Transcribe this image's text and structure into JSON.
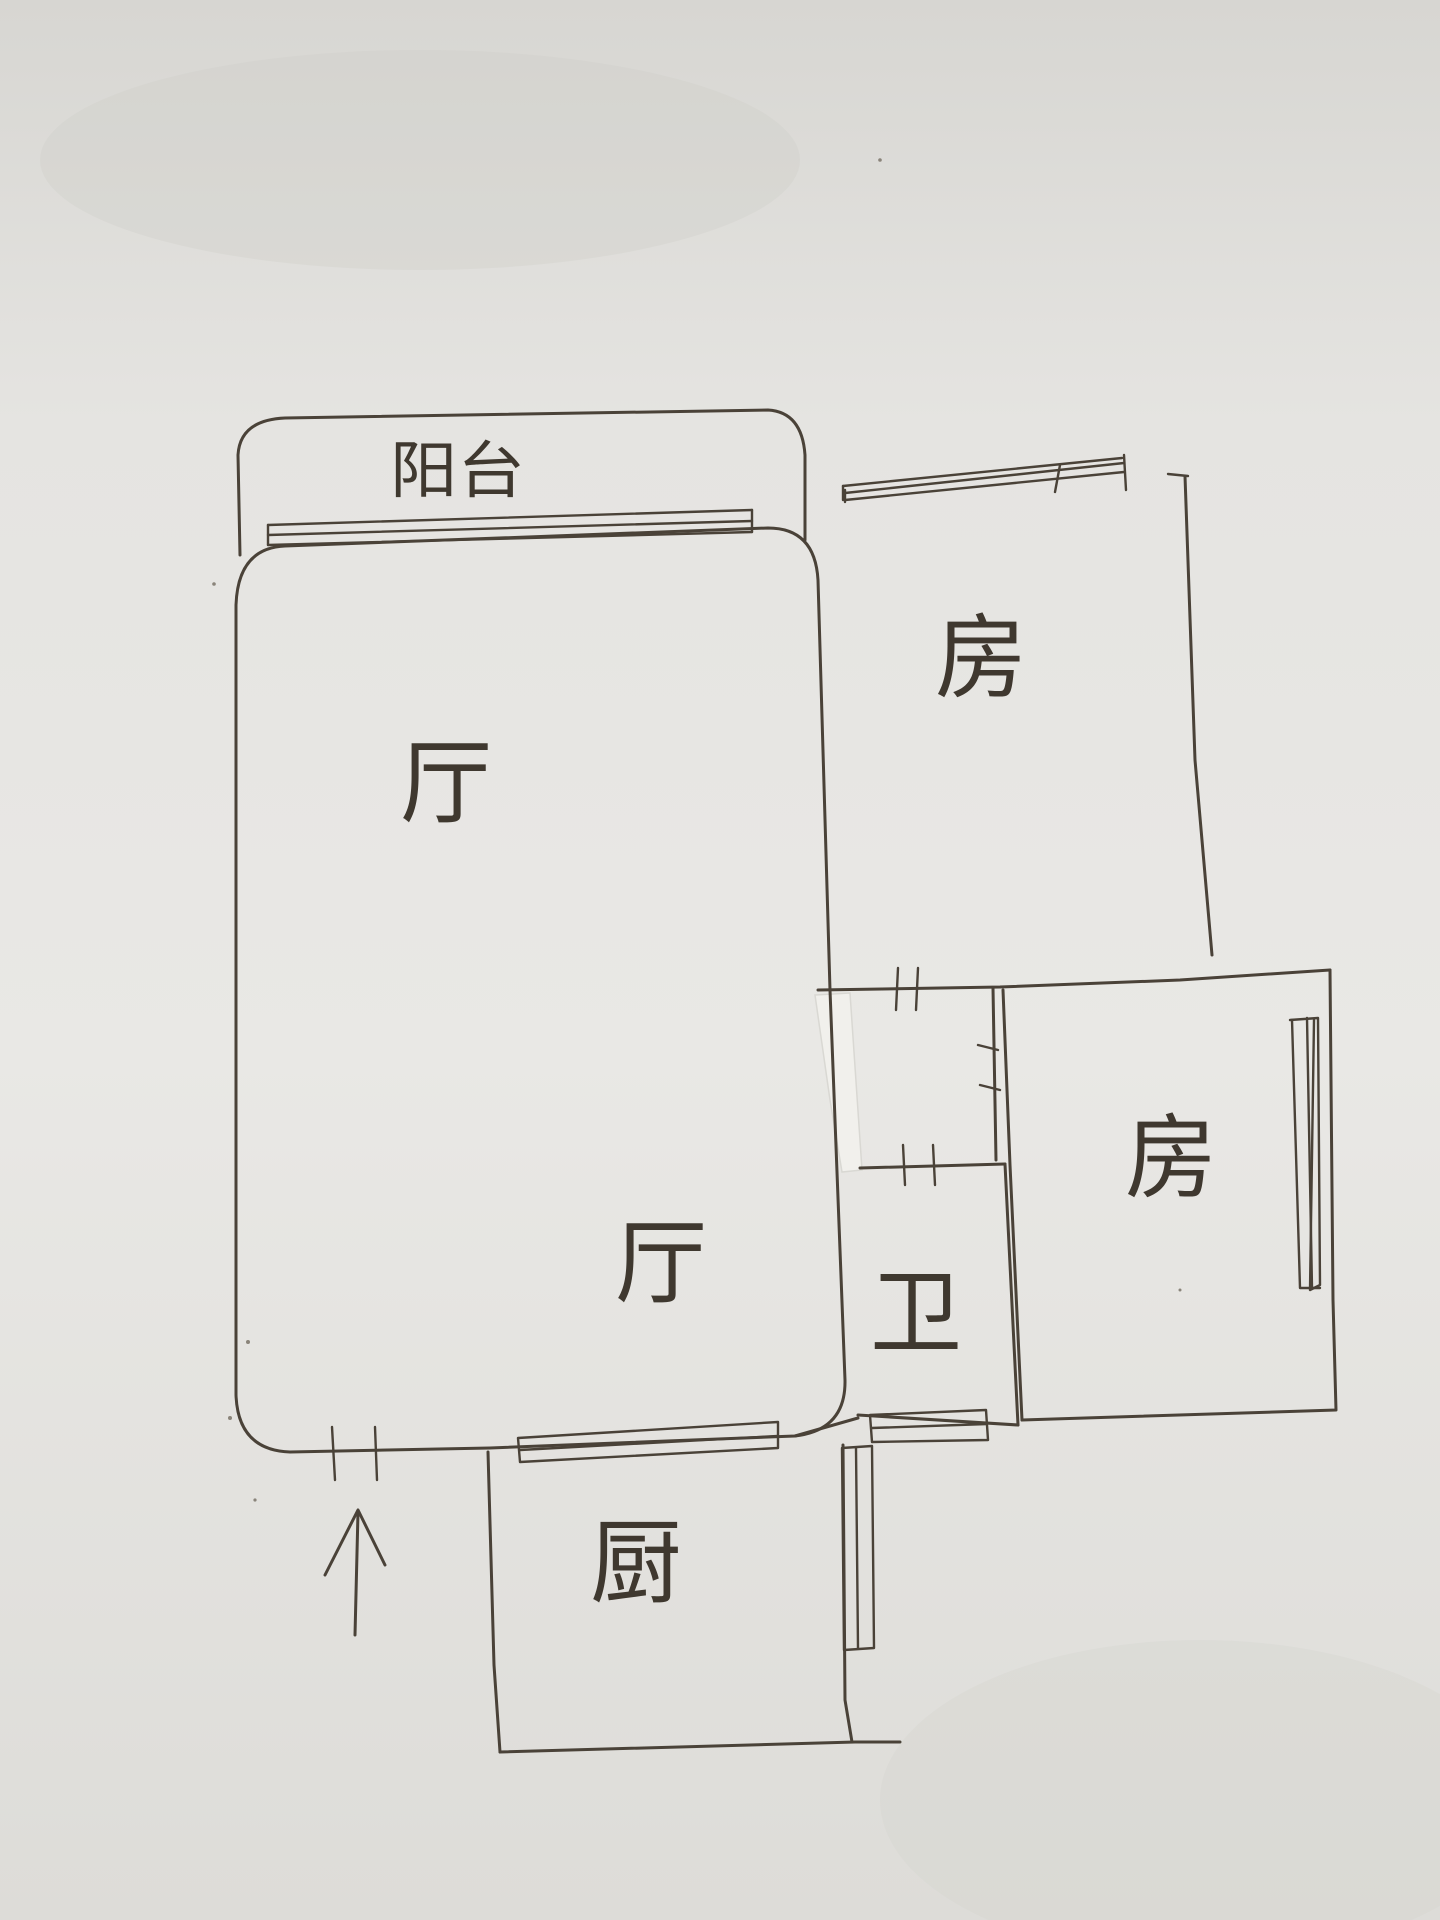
{
  "rooms": {
    "balcony": "阳台",
    "living_upper": "厅",
    "living_lower": "厅",
    "bedroom_upper": "房",
    "bedroom_right": "房",
    "bathroom": "卫",
    "kitchen": "厨"
  }
}
